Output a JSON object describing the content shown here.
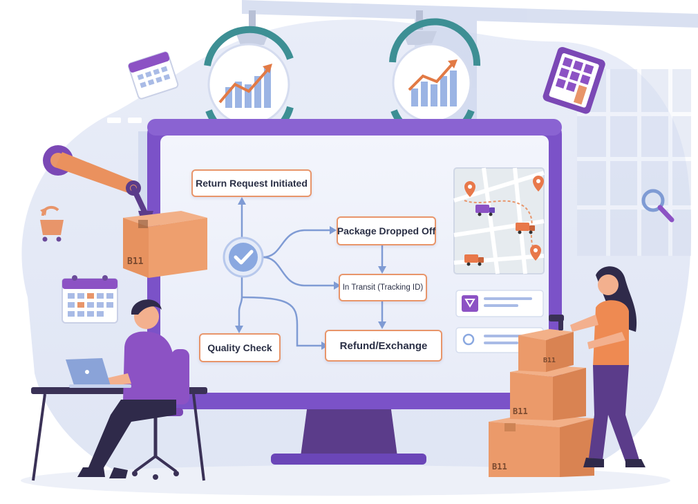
{
  "flowchart": {
    "steps": {
      "return_request": "Return Request Initiated",
      "package_dropped": "Package Dropped Off",
      "in_transit": "In Transit (Tracking ID)",
      "quality_check": "Quality Check",
      "refund_exchange": "Refund/Exchange"
    }
  },
  "boxes": {
    "label": "B11"
  },
  "colors": {
    "background_blob": "#e3e8f5",
    "monitor_frame": "#6b46b8",
    "monitor_screen": "#eef1fa",
    "accent_orange": "#e8956a",
    "box_orange": "#eb9a6a",
    "flow_lines": "#7f9bd4",
    "check_circle": "#8aa8e0",
    "map_road": "#ffffff",
    "map_land": "#e6ebef",
    "person_shirt": "#8c52c4",
    "woman_shirt": "#ee8a52",
    "pants_purple": "#5b3c8a"
  },
  "icons": [
    "growth-chart-icon",
    "calendar-icon",
    "calculator-icon",
    "magnifier-icon",
    "robot-arm-icon",
    "return-cart-icon",
    "checkmark-icon",
    "map-pin-icon",
    "truck-icon",
    "laptop-icon",
    "barcode-scanner-icon",
    "heart-tag-icon",
    "leaf-icon"
  ]
}
